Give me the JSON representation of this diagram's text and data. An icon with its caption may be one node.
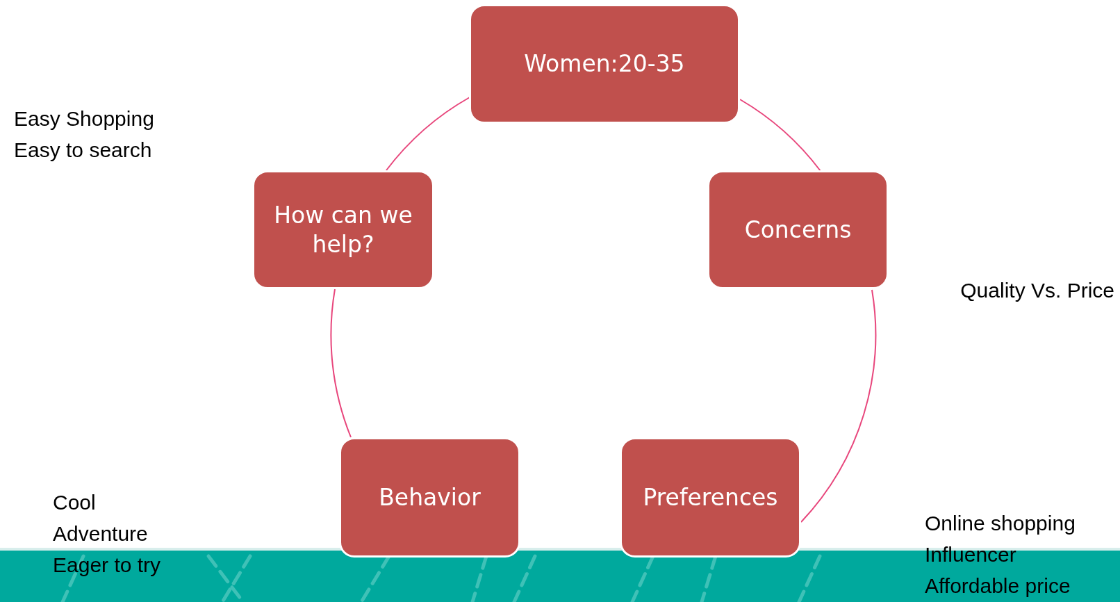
{
  "diagram": {
    "nodes": [
      {
        "text": [
          "Women:20-35"
        ]
      },
      {
        "text": [
          "How can we help?"
        ]
      },
      {
        "text": [
          "Concerns"
        ]
      },
      {
        "text": [
          "Behavior"
        ]
      },
      {
        "text": [
          "Preferences"
        ]
      }
    ],
    "edges": [
      {
        "from": 0,
        "to": 1,
        "arrow": "none"
      },
      {
        "from": 0,
        "to": 2,
        "arrow": "none"
      },
      {
        "from": 2,
        "to": 4,
        "arrow": "none"
      },
      {
        "from": 1,
        "to": 3,
        "arrow": "none"
      }
    ],
    "labels": [
      "Easy Shopping",
      "Easy to search",
      "Quality Vs. Price",
      "Cool",
      "Adventure",
      "Eager to try",
      "Online shopping",
      "Influencer",
      "Affordable price"
    ]
  }
}
